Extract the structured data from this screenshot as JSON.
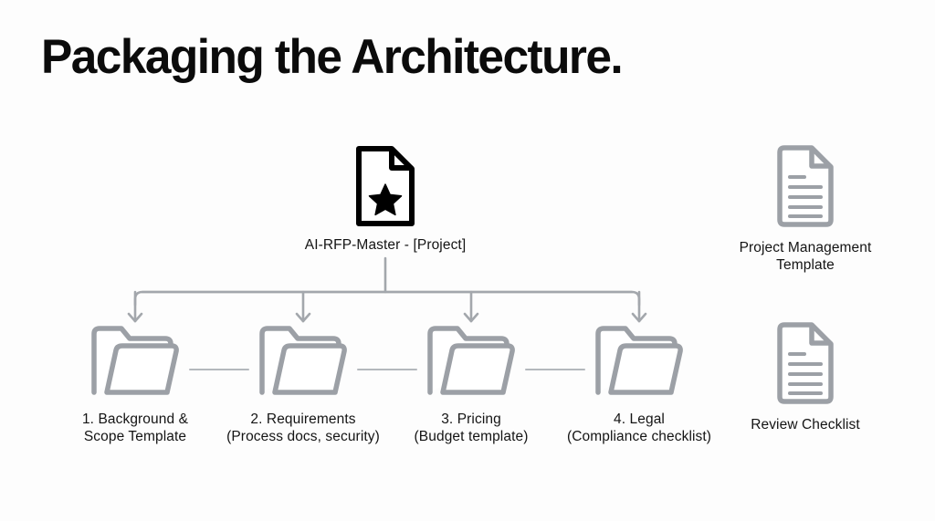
{
  "slide": {
    "title": "Packaging the Architecture.",
    "background_color": "#fdfdfd",
    "text_color": "#141414",
    "icon_gray": "#9ca0a6",
    "icon_black": "#000000"
  },
  "master_node": {
    "icon": "document-star-icon",
    "label": "AI-RFP-Master - [Project]"
  },
  "folders": [
    {
      "icon": "open-folder-icon",
      "label_line1": "1. Background &",
      "label_line2": "Scope Template"
    },
    {
      "icon": "open-folder-icon",
      "label_line1": "2. Requirements",
      "label_line2": "(Process docs, security)"
    },
    {
      "icon": "open-folder-icon",
      "label_line1": "3. Pricing",
      "label_line2": "(Budget template)"
    },
    {
      "icon": "open-folder-icon",
      "label_line1": "4. Legal",
      "label_line2": "(Compliance checklist)"
    }
  ],
  "side_documents": [
    {
      "icon": "document-lines-icon",
      "label_line1": "Project Management",
      "label_line2": "Template"
    },
    {
      "icon": "document-lines-icon",
      "label_line1": "Review Checklist",
      "label_line2": ""
    }
  ],
  "connectors": {
    "style": "orthogonal-tree-with-arrows",
    "arrow_count": 4,
    "sibling_link_style": "solid-line"
  }
}
